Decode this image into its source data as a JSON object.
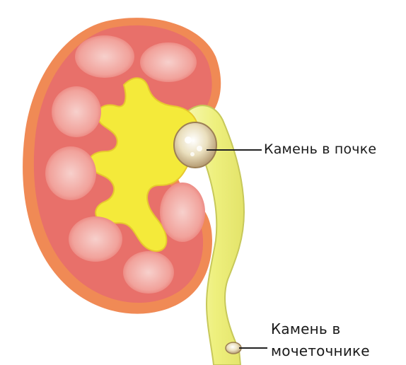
{
  "labels": {
    "kidney_stone": "Камень в почке",
    "ureter_stone_line1": "Камень в",
    "ureter_stone_line2": "мочеточнике"
  },
  "colors": {
    "cortex": "#e8706a",
    "cortex_edge": "#d9553e",
    "outer_rim": "#f08a55",
    "pyramid": "#f4b7b2",
    "pelvis": "#f4ea3a",
    "ureter": "#eef08a",
    "stone": "#efe3c0",
    "leader_line": "#222222"
  }
}
